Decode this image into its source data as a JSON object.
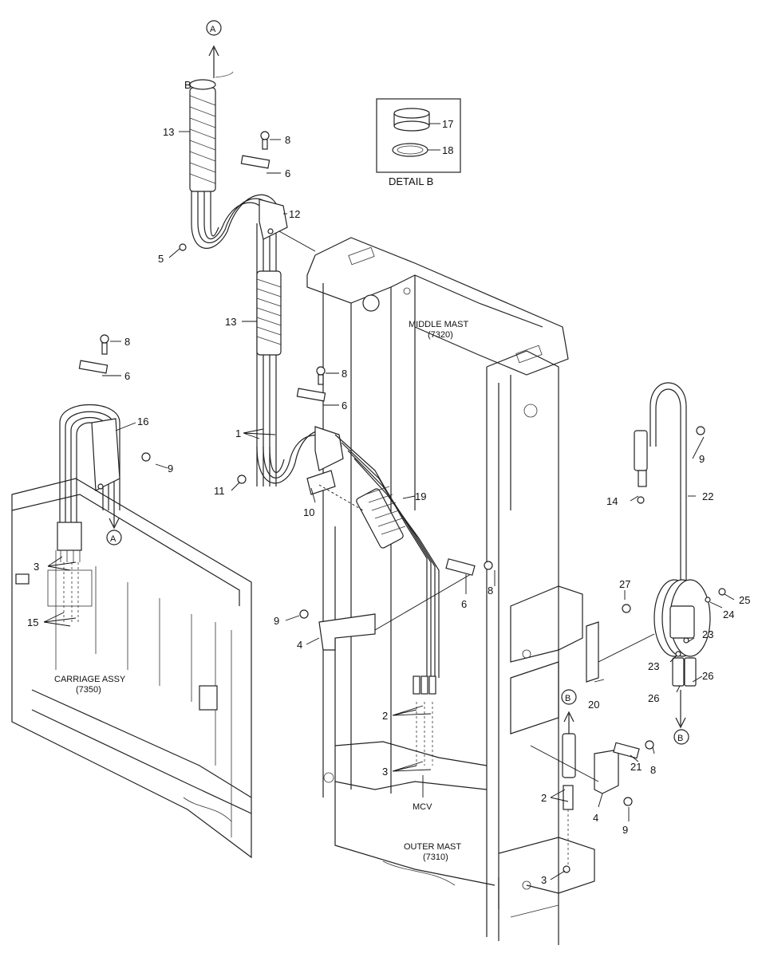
{
  "detail_box": {
    "title": "DETAIL B",
    "items": [
      "17",
      "18"
    ]
  },
  "section_labels": {
    "middle_mast": "MIDDLE MAST",
    "middle_mast_code": "(7320)",
    "outer_mast": "OUTER MAST",
    "outer_mast_code": "(7310)",
    "carriage": "CARRIAGE ASSY",
    "carriage_code": "(7350)",
    "mcv": "MCV"
  },
  "ref_markers": {
    "a_top": "A",
    "a_lower": "A",
    "b_left_top": "B",
    "b_lower": "B",
    "b_right": "B",
    "b_detail": "B"
  },
  "callouts": {
    "c1": "1",
    "c2a": "2",
    "c2b": "2",
    "c3a": "3",
    "c3b": "3",
    "c3c": "3",
    "c4a": "4",
    "c4b": "4",
    "c5": "5",
    "c6a": "6",
    "c6b": "6",
    "c6c": "6",
    "c6d": "6",
    "c8a": "8",
    "c8b": "8",
    "c8c": "8",
    "c8d": "8",
    "c8e": "8",
    "c9a": "9",
    "c9b": "9",
    "c9c": "9",
    "c9d": "9",
    "c10": "10",
    "c11": "11",
    "c12": "12",
    "c13a": "13",
    "c13b": "13",
    "c14": "14",
    "c15": "15",
    "c16": "16",
    "c19": "19",
    "c20": "20",
    "c21": "21",
    "c22": "22",
    "c23a": "23",
    "c23b": "23",
    "c24": "24",
    "c25": "25",
    "c26a": "26",
    "c26b": "26",
    "c27": "27"
  }
}
